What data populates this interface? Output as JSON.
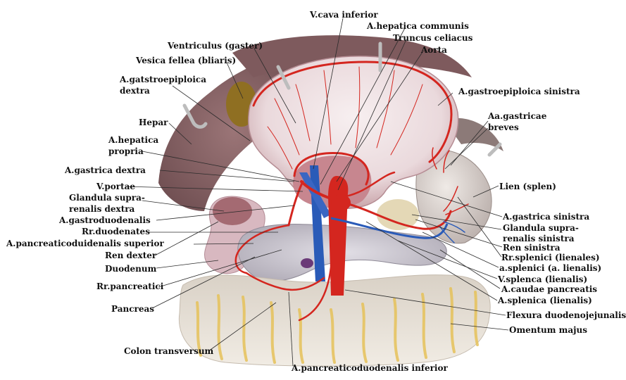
{
  "labels": {
    "vena_cava_inferior": "V.cava inferior",
    "a_hepatica_communis": "A.hepatica communis",
    "truncus_celiacus": "Truncus celiacus",
    "aorta": "Aorta",
    "ventriculus": "Ventriculus (gaster)",
    "vesica_fellea": "Vesica fellea (bliaris)",
    "a_gastroepiploica_dextra_1": "A.gatstroepiploica",
    "a_gastroepiploica_dextra_2": "dextra",
    "a_gastroepiploica_sinistra": "A.gastroepiploica sinistra",
    "aa_gastricae_breves_1": "Aa.gastricae",
    "aa_gastricae_breves_2": "breves",
    "hepar": "Hepar",
    "a_hepatica_propria_1": "A.hepatica",
    "a_hepatica_propria_2": "propria",
    "a_gastrica_dextra": "A.gastrica dextra",
    "v_portae": "V.portae",
    "glandula_dextra_1": "Glandula supra-",
    "glandula_dextra_2": "renalis dextra",
    "a_gastroduodenalis": "A.gastroduodenalis",
    "rr_duodenates": "Rr.duodenates",
    "a_pancreaticoduodenalis_superior": "A.pancreaticoduidenalis superior",
    "ren_dexter": "Ren dexter",
    "duodenum": "Duodenum",
    "rr_pancreatici": "Rr.pancreatici",
    "pancreas": "Pancreas",
    "colon_transversum": "Colon transversum",
    "a_pancreaticoduodenalis_inferior": "A.pancreaticoduodenalis inferior",
    "lien": "Lien (splen)",
    "a_gastrica_sinistra": "A.gastrica sinistra",
    "glandula_sinistra_1": "Glandula supra-",
    "glandula_sinistra_2": "renalis sinistra",
    "ren_sinistra": "Ren sinistra",
    "rr_splenici": "Rr.splenici (lienales)",
    "a_splenici": "a.splenici (a. lienalis)",
    "v_splenca": "V.splenca (lienalis)",
    "a_caudae_pancreatis": "A.caudae pancreatis",
    "a_splenica": "A.splenica (lienalis)",
    "flexura_duodenojejunalis": "Flexura duodenojejunalis",
    "omentum_majus": "Omentum majus"
  },
  "colors": {
    "artery": "#d4261f",
    "vein": "#2a5bb8",
    "liver": "#8a6466",
    "stomach": "#efe4e6",
    "pancreas": "#c9c6cf",
    "omentum": "#e8e1d6",
    "fat": "#e6c25a",
    "gallbladder": "#8a6a1e",
    "spleen": "#d9d2cf",
    "label_text": "#111111",
    "leader_line": "#2b2b2b"
  }
}
